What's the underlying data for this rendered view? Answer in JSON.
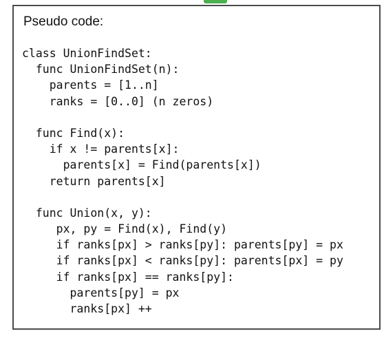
{
  "header": {
    "title": "Pseudo code:"
  },
  "code": {
    "lines": [
      "class UnionFindSet:",
      "  func UnionFindSet(n):",
      "    parents = [1..n]",
      "    ranks = [0..0] (n zeros)",
      "",
      "  func Find(x):",
      "    if x != parents[x]:",
      "      parents[x] = Find(parents[x])",
      "    return parents[x]",
      "",
      "  func Union(x, y):",
      "     px, py = Find(x), Find(y)",
      "     if ranks[px] > ranks[py]: parents[py] = px",
      "     if ranks[px] < ranks[py]: parents[px] = py",
      "     if ranks[px] == ranks[py]:",
      "       parents[py] = px",
      "       ranks[px] ++"
    ]
  },
  "colors": {
    "frame_border": "#4a4a4a",
    "accent_tab": "#4caf50",
    "text": "#111111"
  }
}
